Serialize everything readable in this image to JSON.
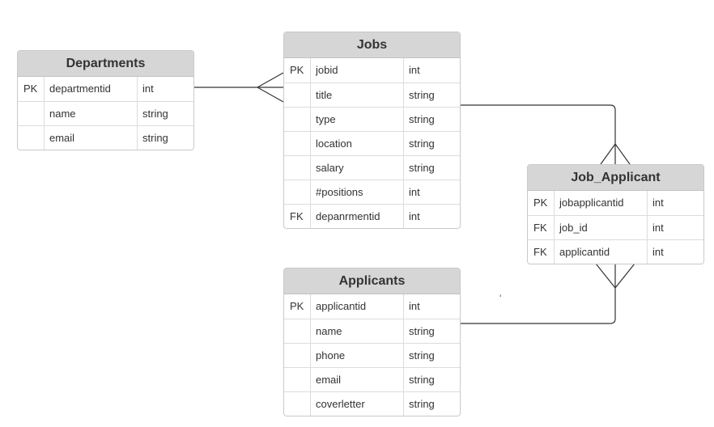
{
  "entities": {
    "departments": {
      "title": "Departments",
      "rows": [
        {
          "key": "PK",
          "name": "departmentid",
          "type": "int"
        },
        {
          "key": "",
          "name": "name",
          "type": "string"
        },
        {
          "key": "",
          "name": "email",
          "type": "string"
        }
      ]
    },
    "jobs": {
      "title": "Jobs",
      "rows": [
        {
          "key": "PK",
          "name": "jobid",
          "type": "int"
        },
        {
          "key": "",
          "name": "title",
          "type": "string"
        },
        {
          "key": "",
          "name": "type",
          "type": "string"
        },
        {
          "key": "",
          "name": "location",
          "type": "string"
        },
        {
          "key": "",
          "name": "salary",
          "type": "string"
        },
        {
          "key": "",
          "name": "#positions",
          "type": "int"
        },
        {
          "key": "FK",
          "name": "depanrmentid",
          "type": "int"
        }
      ]
    },
    "job_applicant": {
      "title": "Job_Applicant",
      "rows": [
        {
          "key": "PK",
          "name": "jobapplicantid",
          "type": "int"
        },
        {
          "key": "FK",
          "name": "job_id",
          "type": "int"
        },
        {
          "key": "FK",
          "name": "applicantid",
          "type": "int"
        }
      ]
    },
    "applicants": {
      "title": "Applicants",
      "rows": [
        {
          "key": "PK",
          "name": "applicantid",
          "type": "int"
        },
        {
          "key": "",
          "name": "name",
          "type": "string"
        },
        {
          "key": "",
          "name": "phone",
          "type": "string"
        },
        {
          "key": "",
          "name": "email",
          "type": "string"
        },
        {
          "key": "",
          "name": "coverletter",
          "type": "string"
        }
      ]
    }
  },
  "stray_mark": "'",
  "colors": {
    "header_bg": "#d6d6d6",
    "border": "#c9c9c9",
    "line": "#333333"
  }
}
